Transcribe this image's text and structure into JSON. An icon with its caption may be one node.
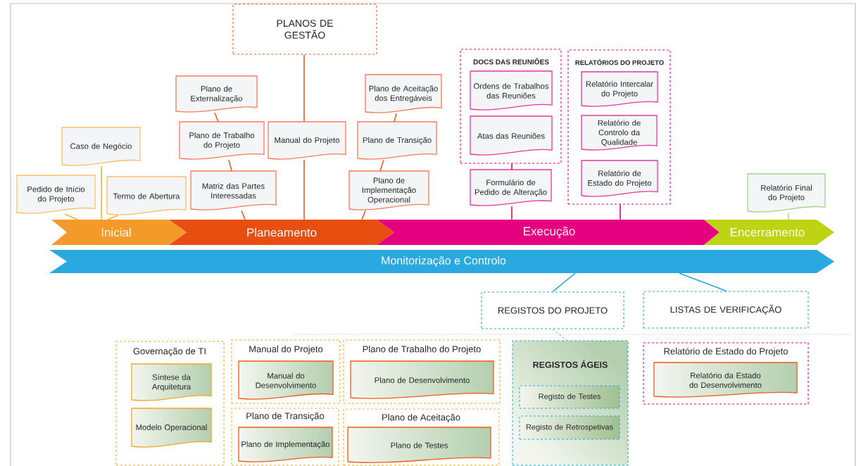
{
  "diagram": {
    "nodes": [
      {
        "text": [
          "PLANOS DE GESTÃO"
        ]
      },
      {
        "text": [
          "Plano de Externalização"
        ]
      },
      {
        "text": [
          "Plano de Trabalho do Projeto"
        ]
      },
      {
        "text": [
          "Matriz das Partes Interessadas"
        ]
      },
      {
        "text": [
          "Manual do Projeto"
        ]
      },
      {
        "text": [
          "Plano de Aceitação dos Entregáveis"
        ]
      },
      {
        "text": [
          "Plano de Transição"
        ]
      },
      {
        "text": [
          "Plano de Implementação Operacional"
        ]
      },
      {
        "text": [
          "Caso de Negócio"
        ]
      },
      {
        "text": [
          "Pedido de Início do Projeto"
        ]
      },
      {
        "text": [
          "Termo de Abertura"
        ]
      },
      {
        "text": [
          "DOCS DAS REUNIÕES"
        ]
      },
      {
        "text": [
          "Ordens de Trabalhos das Reuniões"
        ],
        "in": 11
      },
      {
        "text": [
          "Atas das Reuniões"
        ],
        "in": 11
      },
      {
        "text": [
          "Formulário de Pedido de Alteração"
        ]
      },
      {
        "text": [
          "RELATÓRIOS DO PROJETO"
        ]
      },
      {
        "text": [
          "Relatório Intercalar do Projeto"
        ],
        "in": 15
      },
      {
        "text": [
          "Relatório de Controlo da Qualidade"
        ],
        "in": 15
      },
      {
        "text": [
          "Relatório de Estado do Projeto"
        ],
        "in": 15
      },
      {
        "text": [
          "Relatório Final do Projeto"
        ]
      },
      {
        "text": [
          "Inicial"
        ]
      },
      {
        "text": [
          "Planeamento"
        ]
      },
      {
        "text": [
          "Execução"
        ]
      },
      {
        "text": [
          "Encerramento"
        ]
      },
      {
        "text": [
          "Monitorização e Controlo"
        ]
      },
      {
        "text": [
          "REGISTOS DO PROJETO"
        ]
      },
      {
        "text": [
          "LISTAS DE VERIFICAÇÃO"
        ]
      },
      {
        "text": [
          "Governação de TI"
        ]
      },
      {
        "text": [
          "Síntese da Arquitetura"
        ],
        "in": 27
      },
      {
        "text": [
          "Modelo Operacional"
        ],
        "in": 27
      },
      {
        "text": [
          "Manual do Projeto"
        ]
      },
      {
        "text": [
          "Manual do Desenvolvimento"
        ],
        "in": 30
      },
      {
        "text": [
          "Plano de Trabalho do Projeto"
        ]
      },
      {
        "text": [
          "Plano de Desenvolvimento"
        ],
        "in": 32
      },
      {
        "text": [
          "Plano de Transição"
        ]
      },
      {
        "text": [
          "Plano de Implementação"
        ],
        "in": 34
      },
      {
        "text": [
          "Plano de Aceitação"
        ]
      },
      {
        "text": [
          "Plano de Testes"
        ],
        "in": 36
      },
      {
        "text": [
          "REGISTOS ÁGEIS"
        ]
      },
      {
        "text": [
          "Registo de Testes"
        ],
        "in": 38
      },
      {
        "text": [
          "Registo de Retrospetivas"
        ],
        "in": 38
      },
      {
        "text": [
          "Relatório de Estado do Projeto"
        ]
      },
      {
        "text": [
          "Relatório da Estado do Desenvolvimento"
        ],
        "in": 41
      }
    ],
    "edges": [
      {
        "from": 0,
        "to": 4,
        "arrow": "none"
      },
      {
        "from": 4,
        "to": 21,
        "arrow": "none"
      },
      {
        "from": 1,
        "to": 2,
        "arrow": "none"
      },
      {
        "from": 2,
        "to": 3,
        "arrow": "none"
      },
      {
        "from": 3,
        "to": 21,
        "arrow": "none"
      },
      {
        "from": 5,
        "to": 6,
        "arrow": "none"
      },
      {
        "from": 6,
        "to": 7,
        "arrow": "none"
      },
      {
        "from": 7,
        "to": 21,
        "arrow": "none"
      },
      {
        "from": 8,
        "to": 20,
        "arrow": "none",
        "color": "#f7b13a"
      },
      {
        "from": 9,
        "to": 20,
        "arrow": "none",
        "color": "#f7b13a"
      },
      {
        "from": 10,
        "to": 20,
        "arrow": "none",
        "color": "#f7b13a"
      },
      {
        "from": 11,
        "to": 14,
        "arrow": "none",
        "color": "#e6007e"
      },
      {
        "from": 14,
        "to": 22,
        "arrow": "none",
        "color": "#e6007e"
      },
      {
        "from": 15,
        "to": 22,
        "arrow": "none",
        "color": "#e6007e"
      },
      {
        "from": 19,
        "to": 23,
        "arrow": "none",
        "color": "#b5d77f"
      },
      {
        "from": 24,
        "to": 25,
        "arrow": "none",
        "color": "#29a8e0"
      },
      {
        "from": 24,
        "to": 26,
        "arrow": "none",
        "color": "#29a8e0"
      },
      {
        "from": 25,
        "to": 38,
        "arrow": "none",
        "style": "dashed",
        "color": "#8fd3f2"
      }
    ]
  }
}
